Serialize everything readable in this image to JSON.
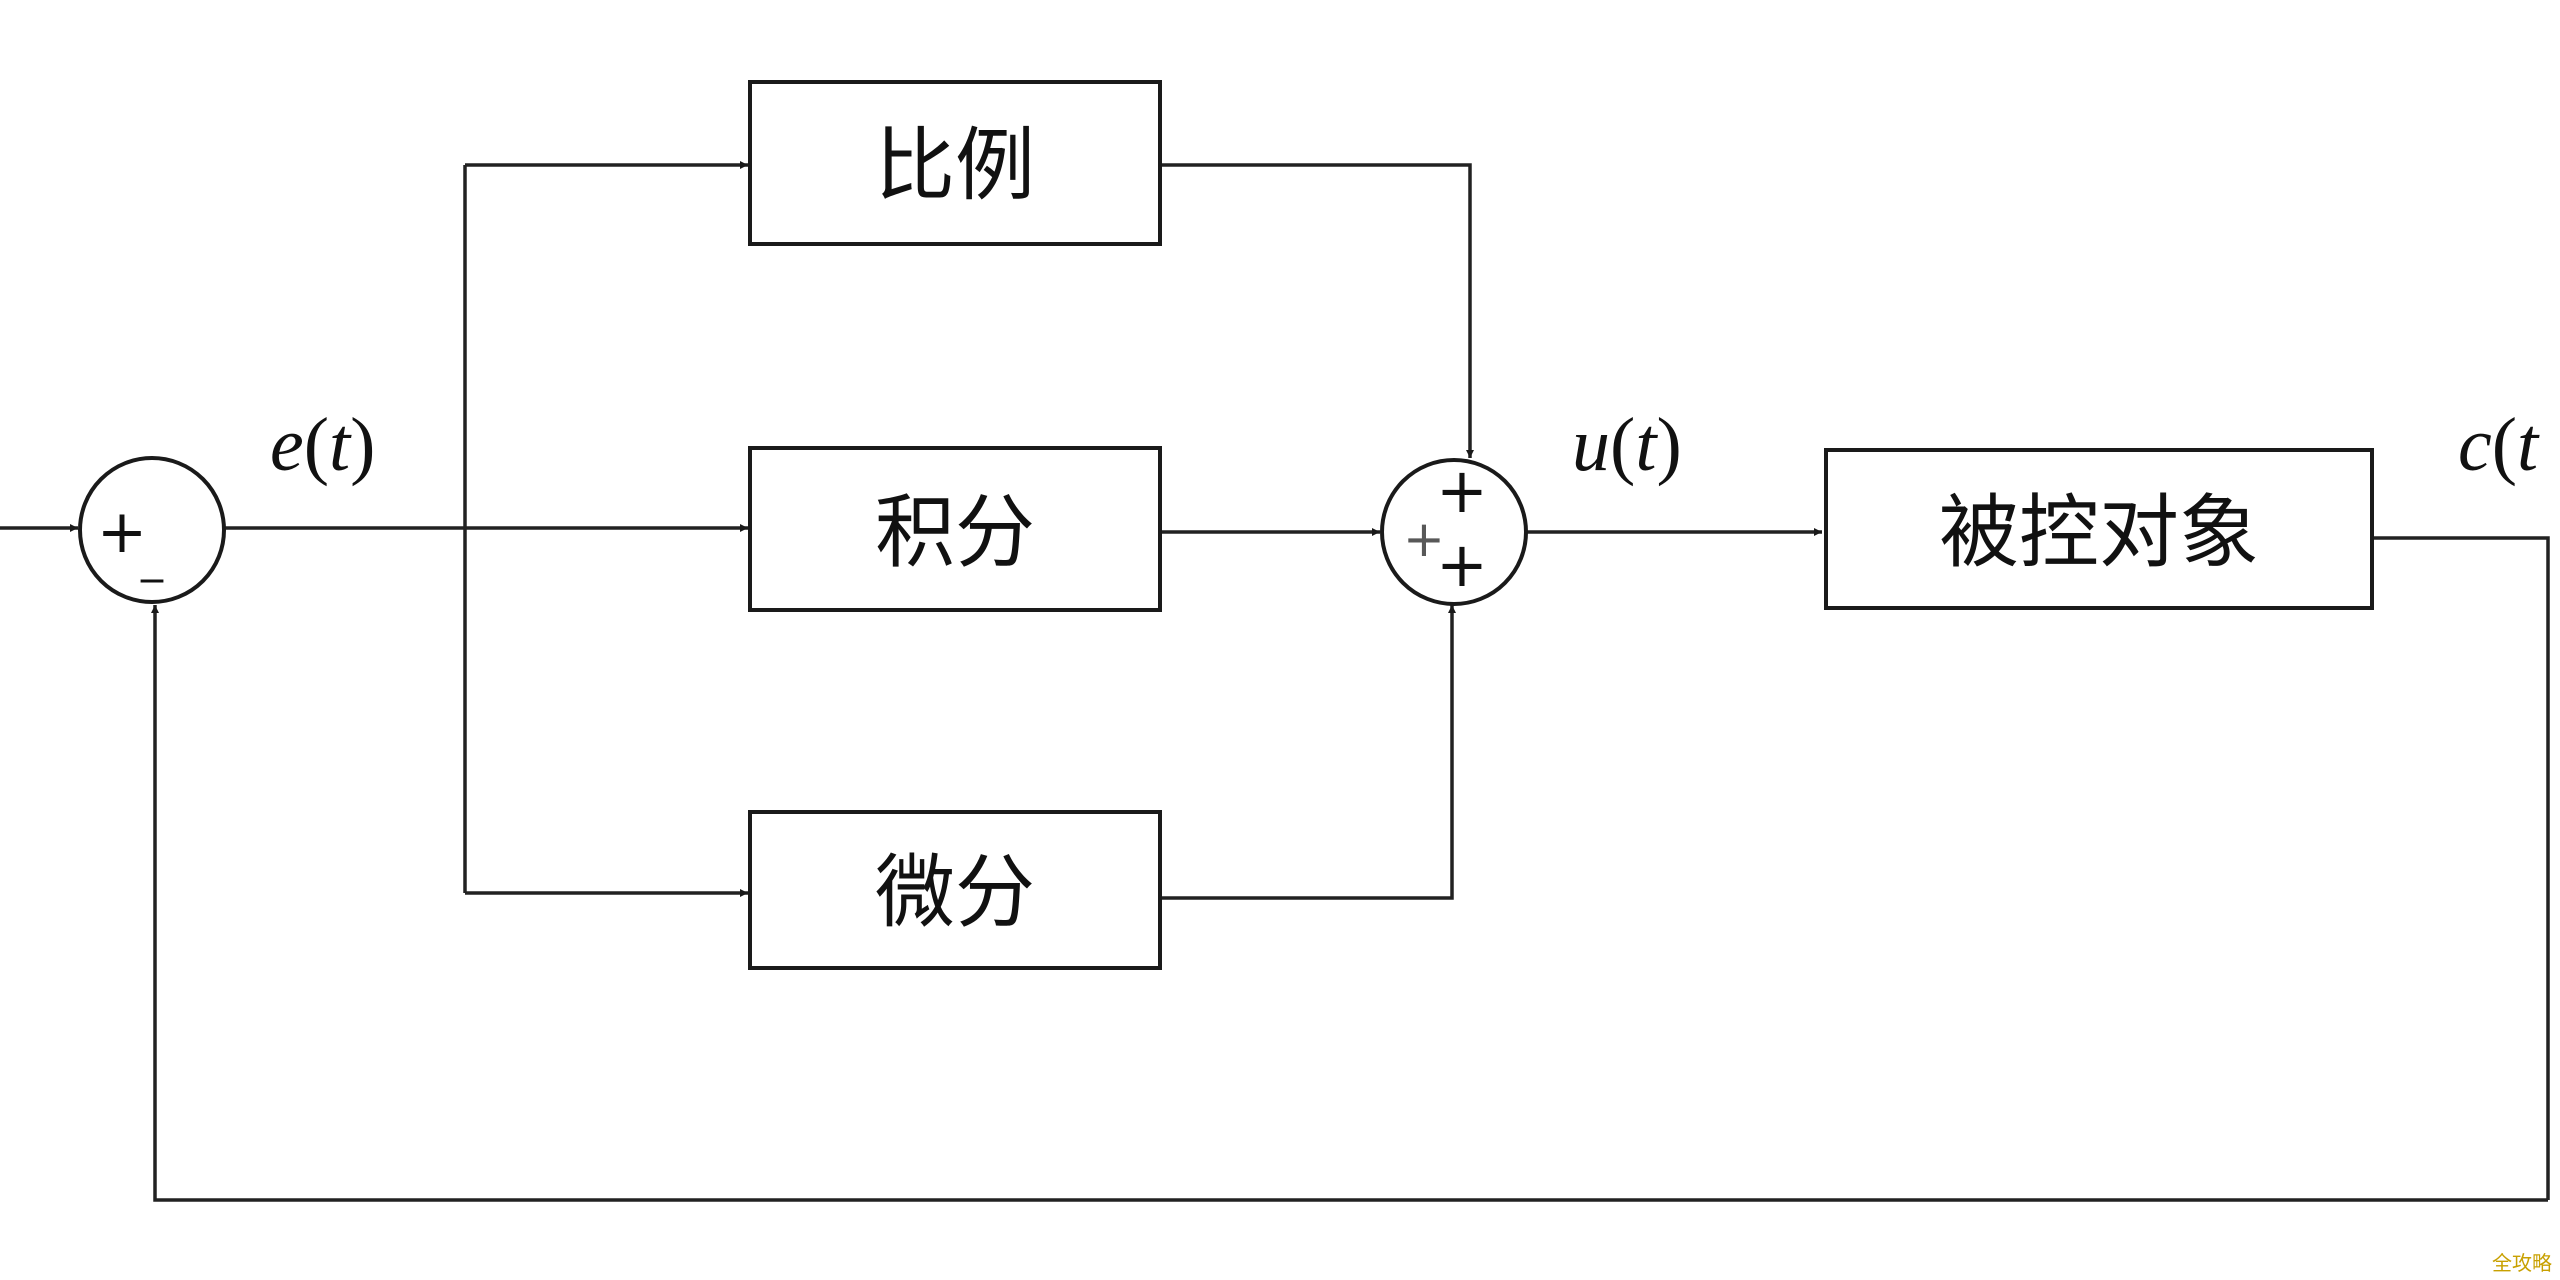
{
  "blocks": {
    "proportional": "比例",
    "integral": "积分",
    "derivative": "微分",
    "plant": "被控对象"
  },
  "signals": {
    "error": {
      "var": "e",
      "arg": "t",
      "open": "(",
      "close": ")"
    },
    "control": {
      "var": "u",
      "arg": "t",
      "open": "(",
      "close": ")"
    },
    "output": {
      "var": "c",
      "arg": "t",
      "open": "(",
      "close": ""
    }
  },
  "summing_junctions": {
    "input_sum": {
      "plus": "+",
      "minus": "_"
    },
    "output_sum": {
      "top": "+",
      "left": "+",
      "bottom": "+"
    }
  },
  "watermark": "全攻略",
  "colors": {
    "line": "#1a1a1a",
    "background": "#ffffff",
    "watermark": "#c8a000"
  }
}
